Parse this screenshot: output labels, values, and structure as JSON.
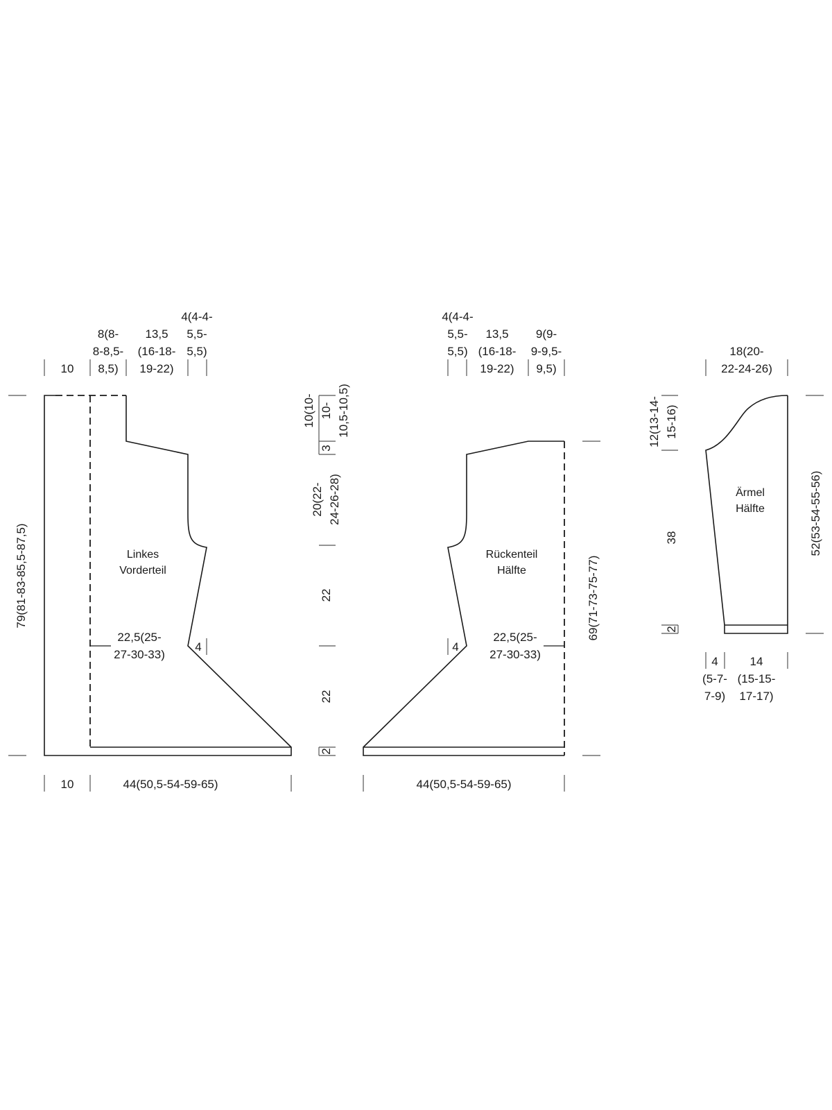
{
  "front": {
    "label_line1": "Linkes",
    "label_line2": "Vorderteil",
    "top_band": "10",
    "top_a": [
      "8(8-",
      "8-8,5-",
      "8,5)"
    ],
    "top_b": [
      "13,5",
      "(16-18-",
      "19-22)"
    ],
    "top_c": [
      "4(4-4-",
      "5,5-",
      "5,5)"
    ],
    "waist": [
      "22,5(25-",
      "27-30-33)"
    ],
    "dec": "4",
    "bottom_band": "10",
    "bottom_width": "44(50,5-54-59-65)",
    "total_length": "79(81-83-85,5-87,5)"
  },
  "middle_scale": {
    "neck": [
      "10(10-",
      "10-",
      "10,5-10,5)"
    ],
    "shoulder": "3",
    "armhole": [
      "20(22-",
      "24-26-28)"
    ],
    "upper": "22",
    "lower": "22",
    "hem": "2"
  },
  "back": {
    "label_line1": "Rückenteil",
    "label_line2": "Hälfte",
    "top_c": [
      "4(4-4-",
      "5,5-",
      "5,5)"
    ],
    "top_b": [
      "13,5",
      "(16-18-",
      "19-22)"
    ],
    "top_a": [
      "9(9-",
      "9-9,5-",
      "9,5)"
    ],
    "waist": [
      "22,5(25-",
      "27-30-33)"
    ],
    "dec": "4",
    "bottom_width": "44(50,5-54-59-65)",
    "total_length": "69(71-73-75-77)"
  },
  "sleeve": {
    "label_line1": "Ärmel",
    "label_line2": "Hälfte",
    "top_width": [
      "18(20-",
      "22-24-26)"
    ],
    "cap": [
      "12(13-14-",
      "15-16)"
    ],
    "length": "38",
    "cuff": "2",
    "total_length": "52(53-54-55-56)",
    "bottom_a": [
      "4",
      "(5-7-",
      "7-9)"
    ],
    "bottom_b": [
      "14",
      "(15-15-",
      "17-17)"
    ]
  }
}
